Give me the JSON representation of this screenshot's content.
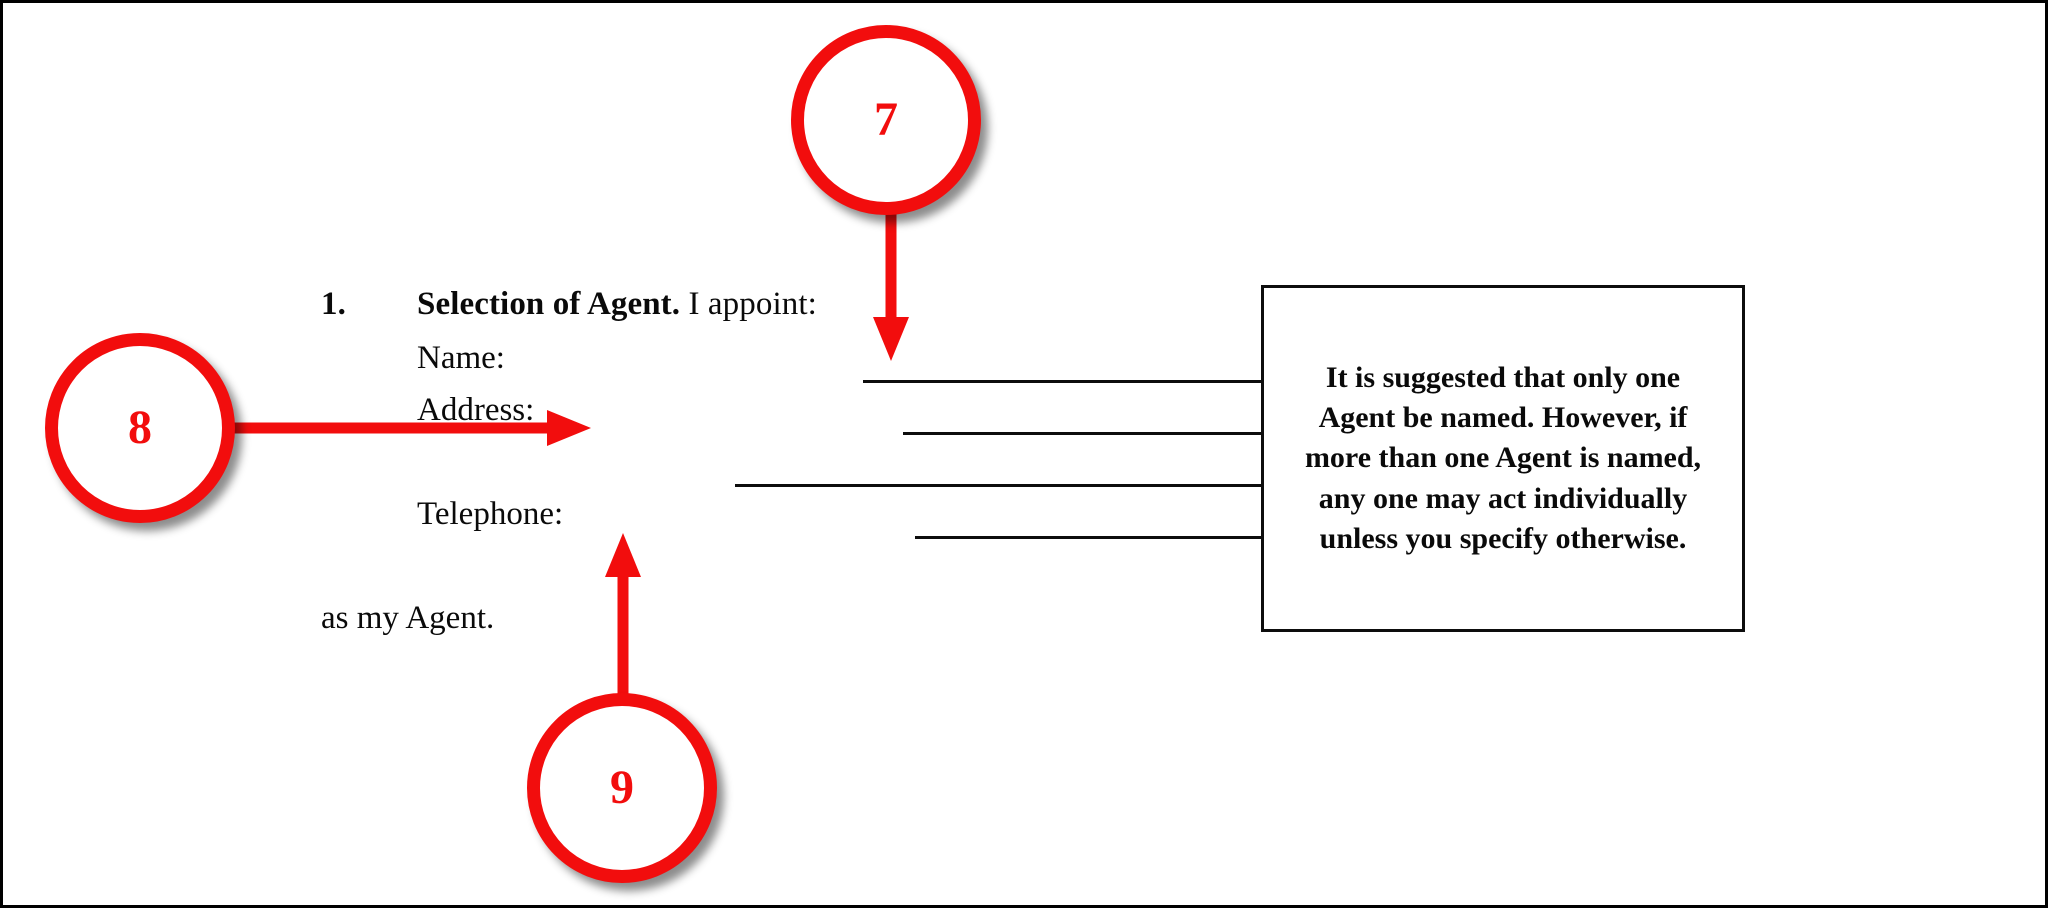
{
  "document": {
    "clause_number": "1.",
    "clause_heading": "Selection of Agent.",
    "clause_rest": " I appoint:",
    "fields": [
      {
        "label": "Name:"
      },
      {
        "label": "Address:"
      },
      {
        "label": "Telephone:"
      }
    ],
    "closing_text": "as my Agent.",
    "note_box_text": "It is suggested that only one Agent be named. However, if more than one Agent is named, any one may act individually unless you specify otherwise."
  },
  "annotations": {
    "accent_color": "#F20D0D",
    "callouts": [
      {
        "id": "7",
        "label": "7",
        "points_to": "name-blank-line"
      },
      {
        "id": "8",
        "label": "8",
        "points_to": "address-blank-line"
      },
      {
        "id": "9",
        "label": "9",
        "points_to": "telephone-blank-line"
      }
    ]
  },
  "page": {
    "border_color": "#000000",
    "background": "#FFFFFF"
  }
}
